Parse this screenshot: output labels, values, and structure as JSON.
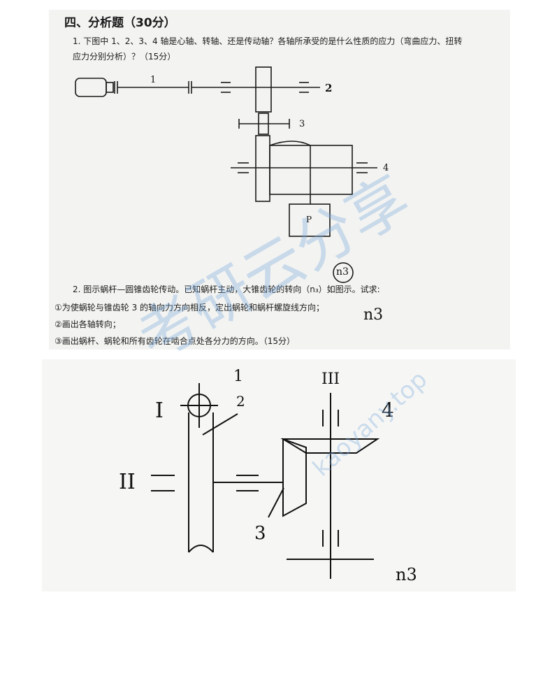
{
  "section_title": "四、分析题（30分）",
  "q1": {
    "line1": "1. 下图中 1、2、3、4 轴是心轴、转轴、还是传动轴？各轴所承受的是什么性质的应力（弯曲应力、扭转",
    "line2": "应力分别分析）？（15分）",
    "labels": {
      "shaft1": "1",
      "shaft2": "2",
      "shaft3": "3",
      "shaft4": "4",
      "box_p": "P"
    }
  },
  "q2": {
    "line1": "2.   图示蜗杆—圆锥齿轮传动。已知蜗杆主动，大锥齿轮的转向（n₃）如图示。试求:",
    "line2": "①为使蜗轮与锥齿轮 3 的轴向力方向相反，定出蜗轮和蜗杆螺旋线方向；",
    "line3": "②画出各轴转向；",
    "line4": "③画出蜗杆、蜗轮和所有齿轮在啮合点处各分力的方向。（15分）",
    "handwritten_n3_circled": "n3",
    "handwritten_n3": "n3"
  },
  "diagram2": {
    "label_I": "I",
    "label_II": "II",
    "label_III": "III",
    "label_1": "1",
    "label_2": "2",
    "label_3": "3",
    "label_4": "4",
    "label_n3": "n3"
  },
  "watermark": {
    "cn": "考研云分享",
    "url": "kaoyany.top"
  }
}
